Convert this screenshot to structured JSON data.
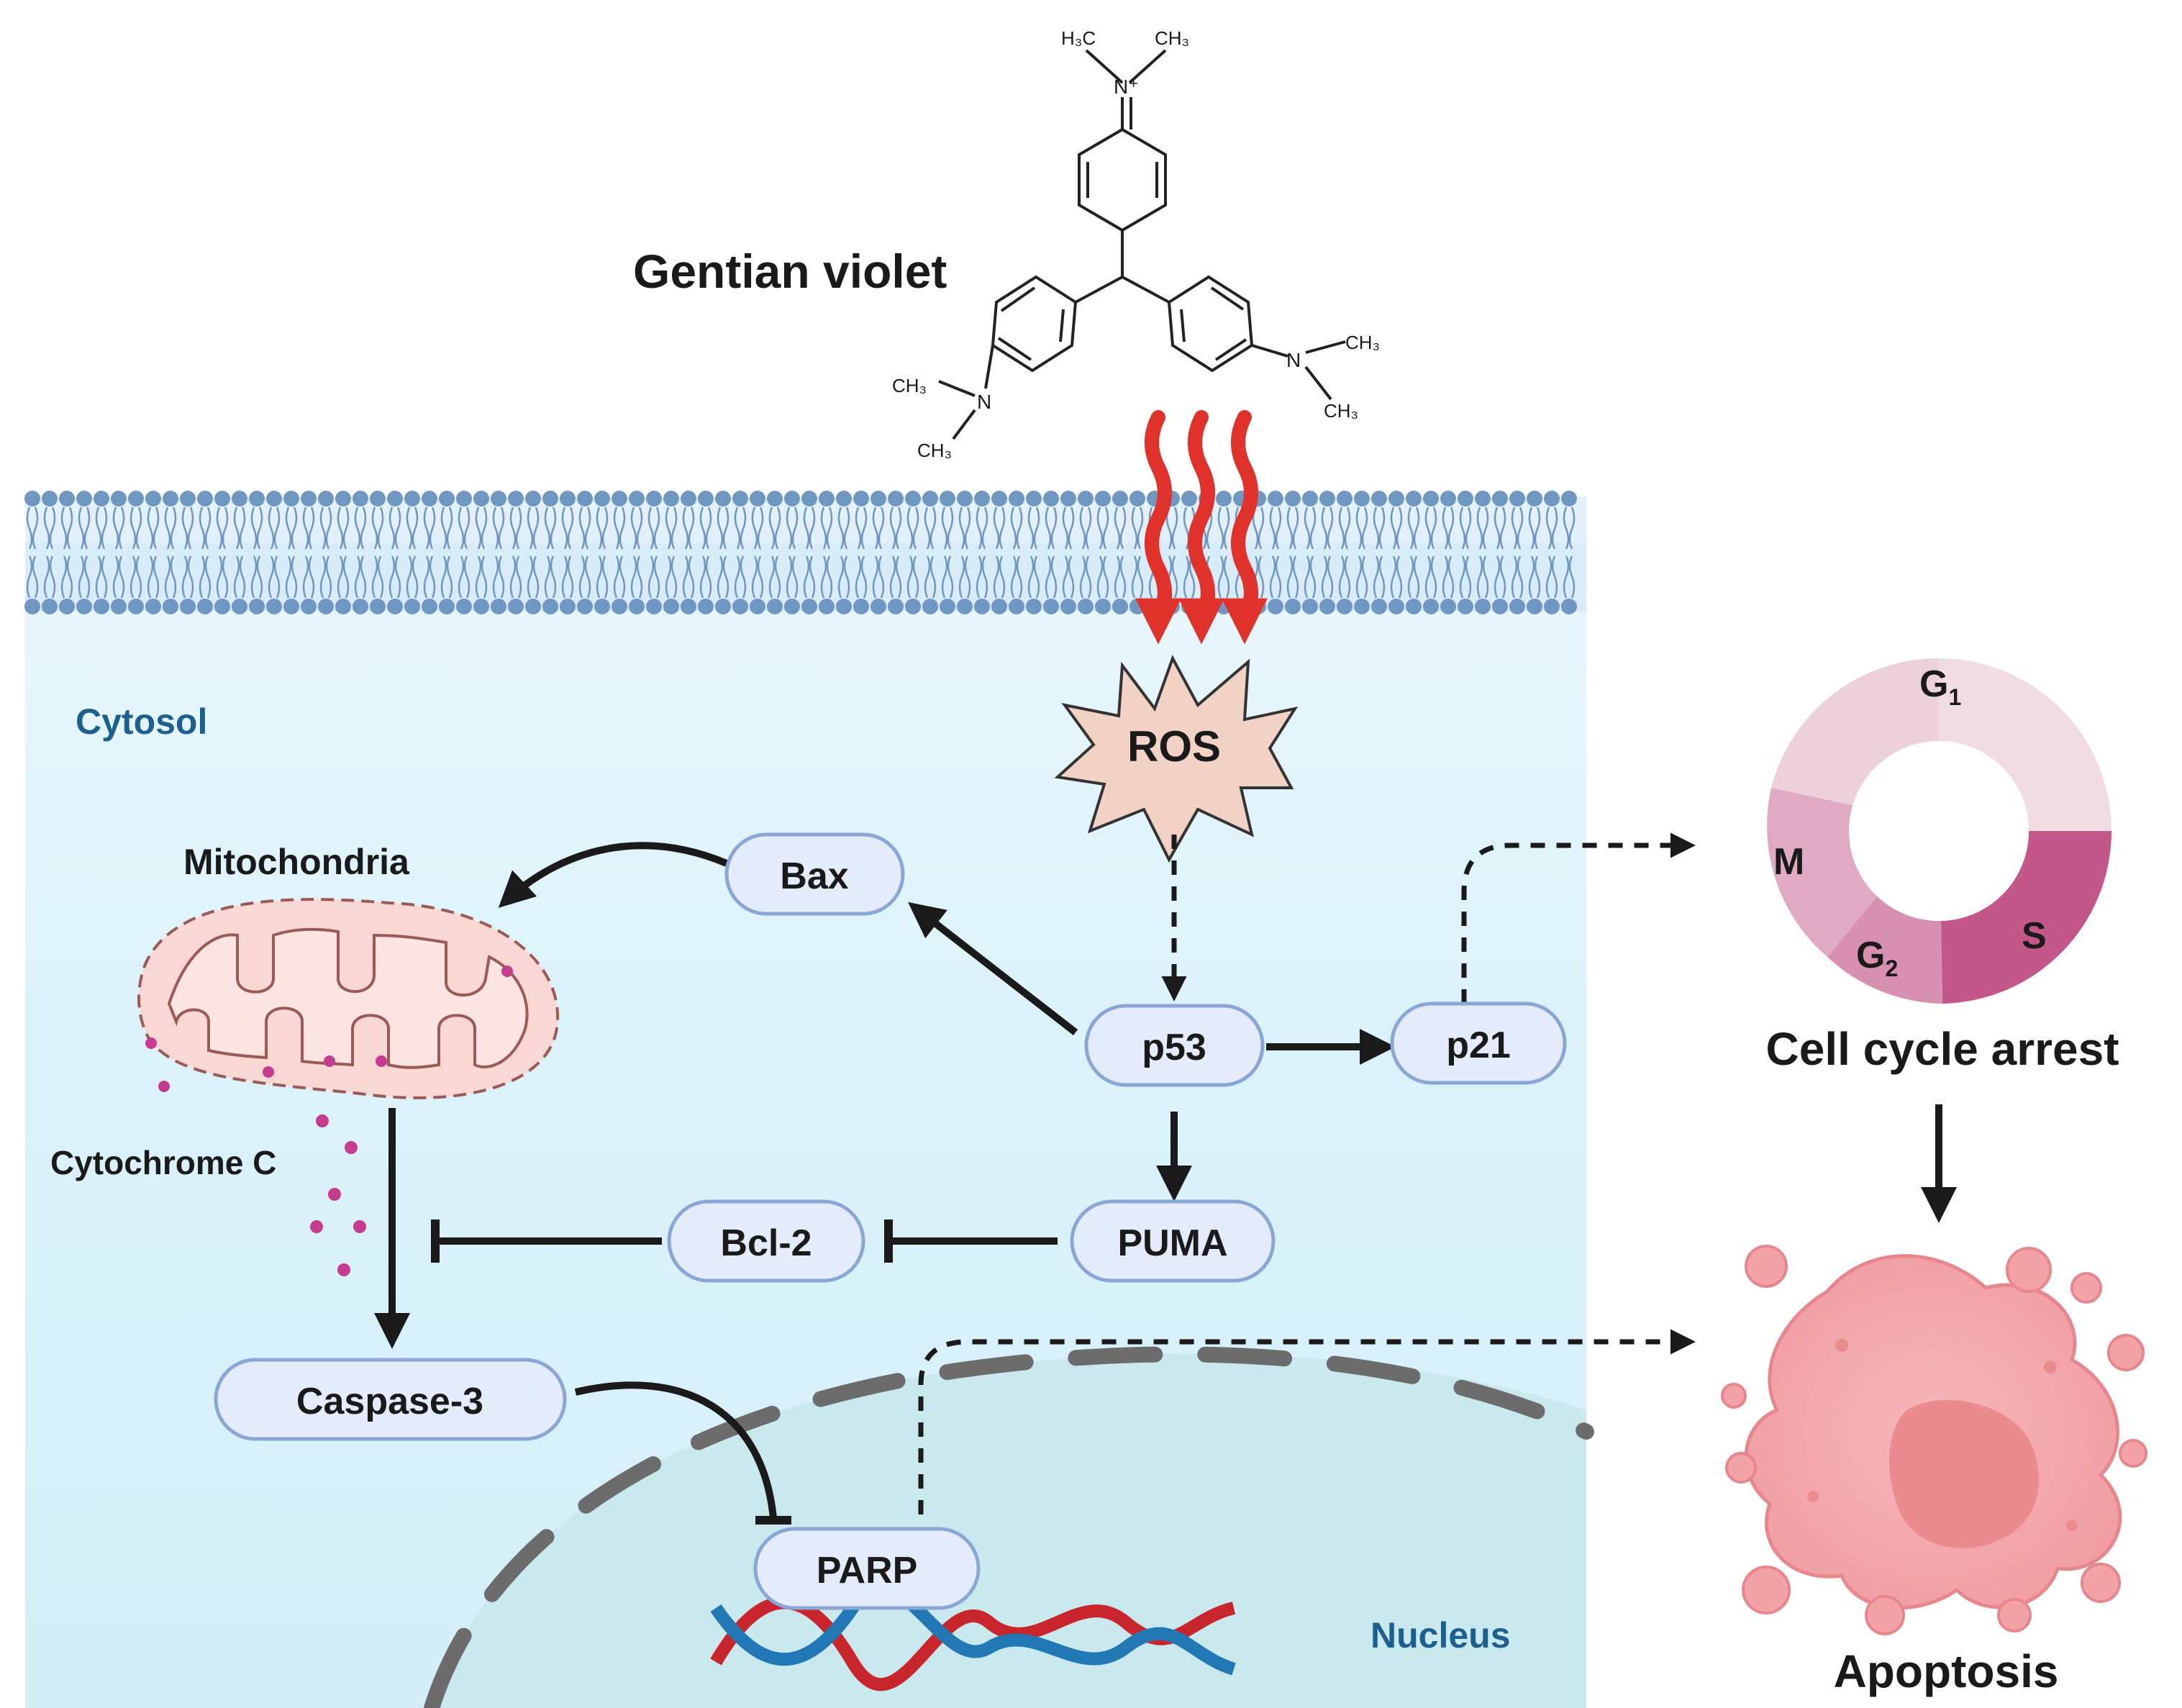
{
  "compound": {
    "name": "Gentian violet",
    "atoms": {
      "top_left": "H₃C",
      "top_right": "CH₃",
      "top_n": "N⁺",
      "right_n": "N",
      "right_ch3_a": "CH₃",
      "right_ch3_b": "CH₃",
      "left_n": "N",
      "left_ch3_a": "CH₃",
      "left_ch3_b": "CH₃"
    }
  },
  "compartments": {
    "cytosol": "Cytosol",
    "nucleus": "Nucleus",
    "mitochondria": "Mitochondria",
    "cytochrome": "Cytochrome C"
  },
  "nodes": {
    "ros": "ROS",
    "bax": "Bax",
    "p53": "p53",
    "p21": "p21",
    "puma": "PUMA",
    "bcl2": "Bcl-2",
    "caspase3": "Caspase-3",
    "parp": "PARP"
  },
  "cell_cycle": {
    "g1": "G",
    "g1_sub": "1",
    "s": "S",
    "g2": "G",
    "g2_sub": "2",
    "m": "M",
    "caption": "Cell cycle arrest"
  },
  "outcome": "Apoptosis",
  "colors": {
    "membrane_head": "#6f97c2",
    "cytosol": "#dff3fb",
    "nucleus": "#c9e9ef",
    "ros_arrow": "#e0322b",
    "pill_fill": "#e4ecfb",
    "pill_stroke": "#8aa6d6",
    "apoptosis": "#f3a3a8",
    "dna_red": "#c9252c",
    "dna_blue": "#2178b4"
  }
}
